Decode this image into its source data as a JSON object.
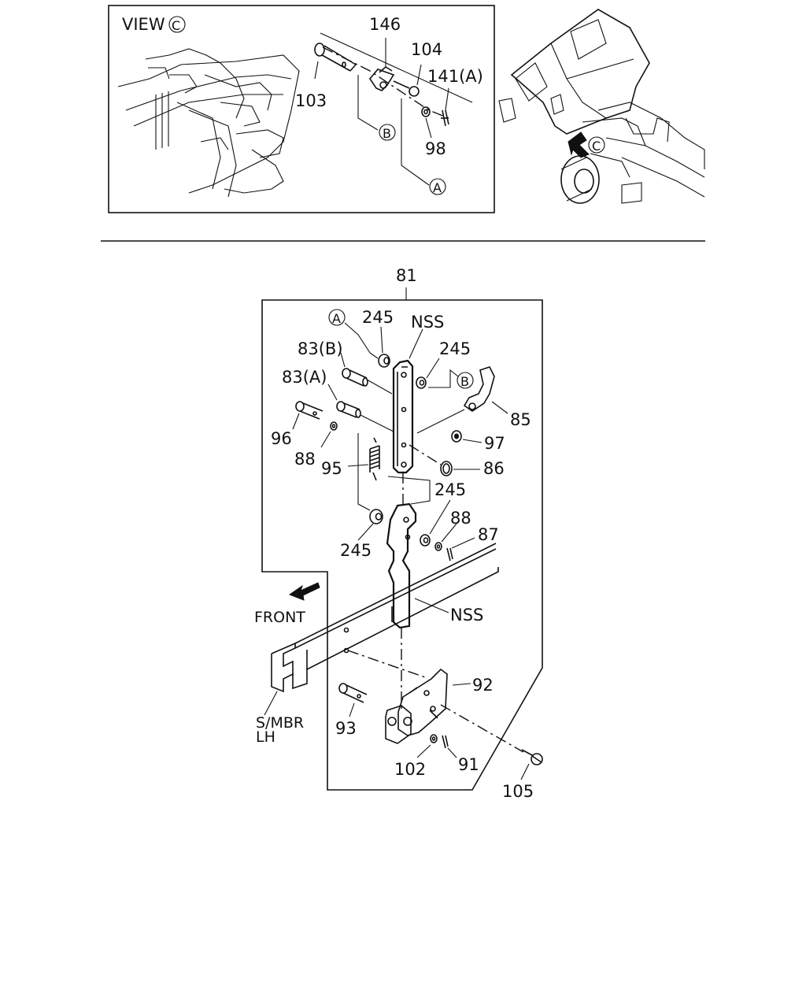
{
  "view_panel": {
    "view_label": "VIEW",
    "view_marker": "C",
    "callouts": {
      "p146": "146",
      "p104": "104",
      "p141a": "141(A)",
      "p103": "103",
      "p98": "98"
    },
    "markers": {
      "b": "B",
      "a": "A"
    }
  },
  "truck_view": {
    "marker": "C"
  },
  "main_assembly": {
    "callouts": {
      "p81": "81",
      "p245_a": "245",
      "nss_top": "NSS",
      "p245_b": "245",
      "p83b": "83(B)",
      "p83a": "83(A)",
      "p85": "85",
      "p96": "96",
      "p97": "97",
      "p88_a": "88",
      "p95": "95",
      "p86": "86",
      "p245_c": "245",
      "p88_b": "88",
      "p87": "87",
      "p245_d": "245",
      "nss_bottom": "NSS",
      "p92": "92",
      "p93": "93",
      "p91": "91",
      "p102": "102",
      "p105": "105"
    },
    "markers": {
      "a": "A",
      "b": "B"
    },
    "front_label": "FRONT",
    "smbr_label": "S/MBR",
    "lh_label": "LH"
  }
}
